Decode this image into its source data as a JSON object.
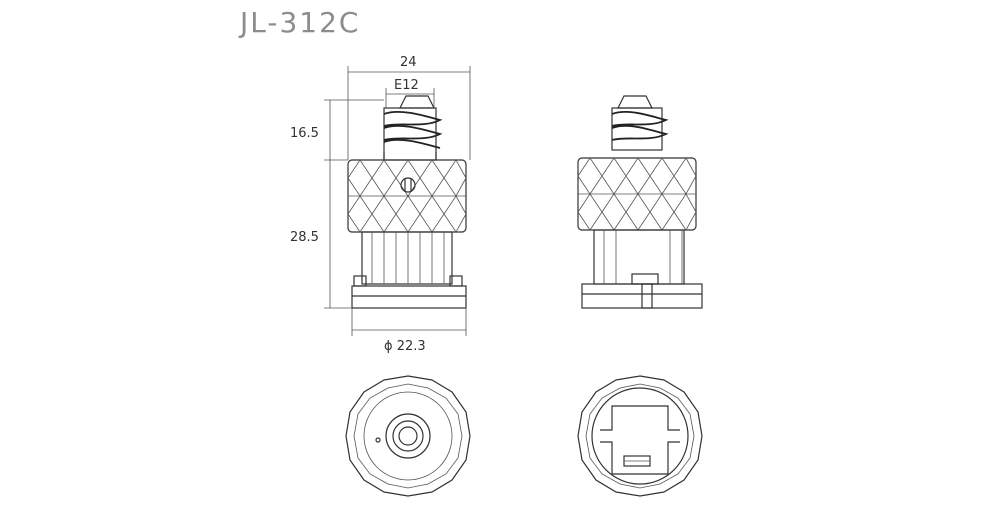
{
  "title": "JL-312C",
  "dimensions": {
    "overall_width": "24",
    "thread": "E12",
    "top_height": "16.5",
    "body_height": "28.5",
    "base_diameter": "ϕ 22.3"
  }
}
